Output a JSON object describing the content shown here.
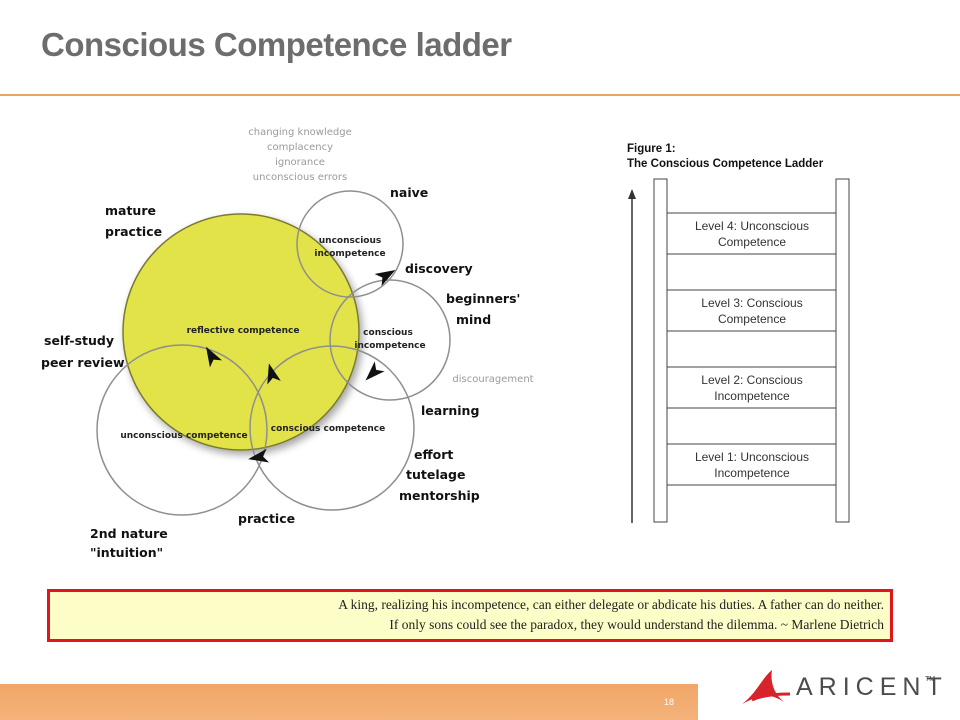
{
  "slide": {
    "title": "Conscious Competence ladder",
    "page_number": "18"
  },
  "diagram": {
    "circles": {
      "naive_circle": "unconscious\nincompetence",
      "beginner_circle": "conscious\nincompetence",
      "reflective_circle": "reflective competence",
      "conscious_circle": "conscious competence",
      "unconscious_circle": "unconscious competence"
    },
    "labels": {
      "top_notes": [
        "changing knowledge",
        "complacency",
        "ignorance",
        "unconscious errors"
      ],
      "naive": "naive",
      "discovery": "discovery",
      "beginners_mind": [
        "beginners'",
        "mind"
      ],
      "discouragement": "discouragement",
      "learning": "learning",
      "effort": [
        "effort",
        "tutelage",
        "mentorship"
      ],
      "practice": "practice",
      "second_nature": [
        "2nd nature",
        "\"intuition\""
      ],
      "self_study": [
        "self-study",
        "peer review"
      ],
      "mature_practice": [
        "mature",
        "practice"
      ]
    },
    "colors": {
      "reflective_fill": "#e2e24a",
      "circle_stroke": "#9a9a9a",
      "note_gray": "#9a9a9a"
    }
  },
  "ladder": {
    "figure_label": "Figure 1:",
    "figure_title": "The Conscious Competence Ladder",
    "levels": [
      [
        "Level 4: Unconscious",
        "Competence"
      ],
      [
        "Level 3: Conscious",
        "Competence"
      ],
      [
        "Level 2: Conscious",
        "Incompetence"
      ],
      [
        "Level 1: Unconscious",
        "Incompetence"
      ]
    ]
  },
  "quote": {
    "line1": "A king, realizing his incompetence, can either delegate or abdicate his duties. A father can do neither.",
    "line2": "If only sons could see the paradox, they would understand the dilemma. ~ Marlene Dietrich"
  },
  "brand": {
    "name": "ARICENT",
    "tm": "TM",
    "accent": "#e8a55b",
    "logo_red": "#d8232a"
  }
}
